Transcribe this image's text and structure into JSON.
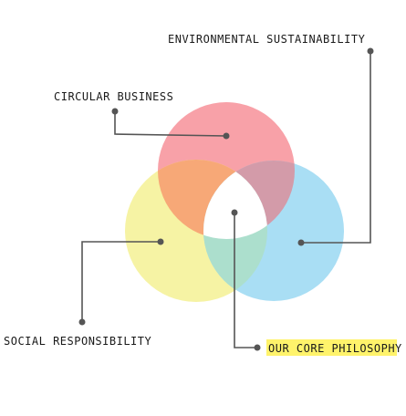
{
  "diagram": {
    "labels": {
      "environmental": "ENVIRONMENTAL SUSTAINABILITY",
      "circular": "CIRCULAR BUSINESS",
      "social": "SOCIAL RESPONSIBILITY",
      "core": "OUR CORE PHILOSOPHY"
    },
    "colors": {
      "top_circle": "#f8a1a8",
      "left_circle": "#f6f3a4",
      "right_circle": "#a9def4",
      "red_yellow_overlap": "#f7a877",
      "red_blue_overlap": "#d39ba9",
      "yellow_blue_overlap": "#acdfcd",
      "center": "#ffffff",
      "connector": "#555555",
      "highlight": "#fff36b"
    }
  }
}
